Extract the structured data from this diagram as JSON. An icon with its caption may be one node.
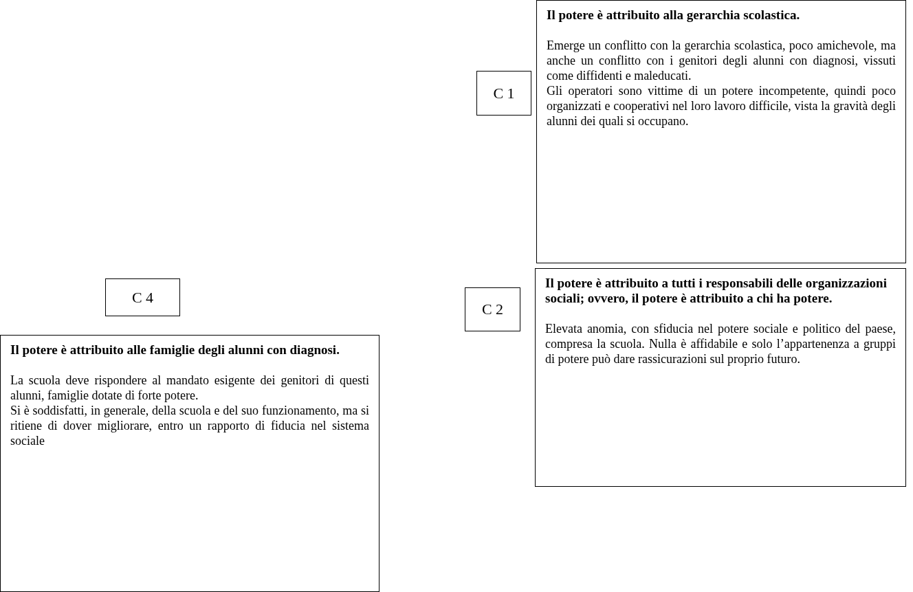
{
  "diagram": {
    "nodes": [
      {
        "text": [
          "Il potere è attribuito alla gerarchia scolastica.",
          "Emerge un conflitto con la gerarchia scolastica, poco amichevole, ma anche un conflitto con i genitori degli alunni con diagnosi, vissuti come diffidenti e maleducati.",
          "Gli operatori sono vittime di un potere incompetente, quindi poco organizzati e cooperativi nel loro lavoro difficile, vista la gravità degli alunni dei quali si occupano."
        ]
      },
      {
        "text": [
          "C 1"
        ]
      },
      {
        "text": [
          "Il potere è attribuito a tutti i responsabili delle organizzazioni sociali; ovvero, il potere è attribuito a chi ha potere.",
          "Elevata anomia, con sfiducia nel potere sociale e politico del paese, compresa la scuola. Nulla è affidabile e solo l’appartenenza a gruppi di potere può dare rassicurazioni sul proprio futuro."
        ]
      },
      {
        "text": [
          "C 4"
        ]
      },
      {
        "text": [
          "C 2"
        ]
      },
      {
        "text": [
          "Il potere è attribuito alle famiglie degli alunni con diagnosi.",
          "La scuola deve rispondere al mandato esigente dei genitori di questi alunni, famiglie dotate di forte potere.",
          "Si è soddisfatti, in generale, della scuola e del suo funzionamento, ma si ritiene di dover migliorare, entro un rapporto di fiducia nel sistema sociale"
        ]
      }
    ],
    "edges": []
  }
}
